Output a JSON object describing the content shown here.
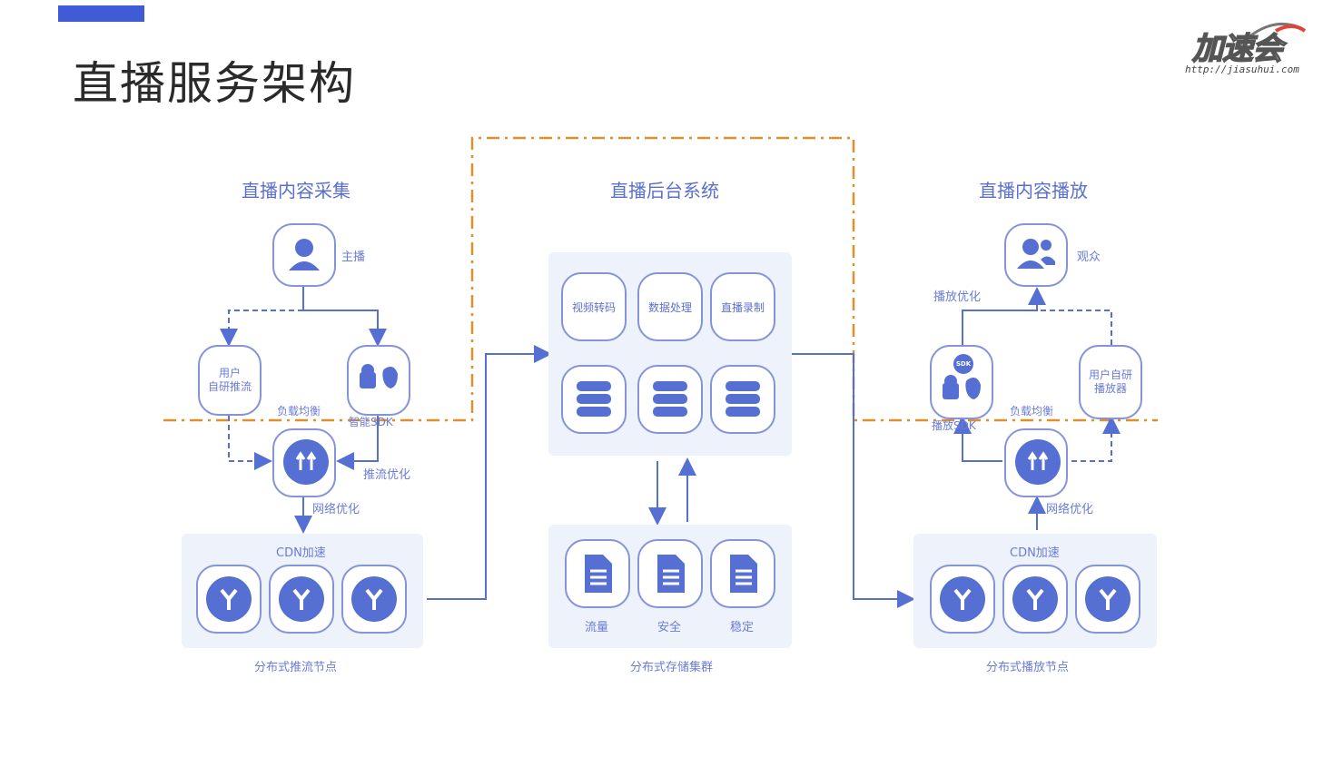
{
  "page_title": "直播服务架构",
  "logo": {
    "text": "加速会",
    "url": "http://jiasuhui.com"
  },
  "sections": {
    "collect": {
      "title": "直播内容采集"
    },
    "backend": {
      "title": "直播后台系统"
    },
    "play": {
      "title": "直播内容播放"
    }
  },
  "collect": {
    "anchor_label": "主播",
    "user_ip_label": "用户\n自研推流",
    "lb_label": "负载均衡",
    "sdk_label": "智能SDK",
    "push_opt_label": "推流优化",
    "net_opt_label": "网络优化",
    "cdn_label": "CDN加速",
    "nodes_label": "分布式推流节点"
  },
  "backend": {
    "services": [
      "视频转码",
      "数据处理",
      "直播录制"
    ],
    "storage_items": [
      "流量",
      "安全",
      "稳定"
    ],
    "cluster_label": "分布式存储集群"
  },
  "play": {
    "audience_label": "观众",
    "play_opt_label": "播放优化",
    "user_player_label": "用户自研\n播放器",
    "lb_label": "负载均衡",
    "sdk_label": "播放SDK",
    "net_opt_label": "网络优化",
    "cdn_label": "CDN加速",
    "nodes_label": "分布式播放节点"
  },
  "colors": {
    "accent": "#5570d2",
    "border": "#8593d8",
    "dashed_orange": "#e0902a",
    "panel": "#eef2fb"
  },
  "icons": {
    "anchor": "person-icon",
    "audience": "group-icon",
    "balancer": "upload-arrows-icon",
    "cdn": "fork-icon",
    "storage": "database-icon",
    "file": "document-icon",
    "sdk": "android-apple-icon"
  }
}
